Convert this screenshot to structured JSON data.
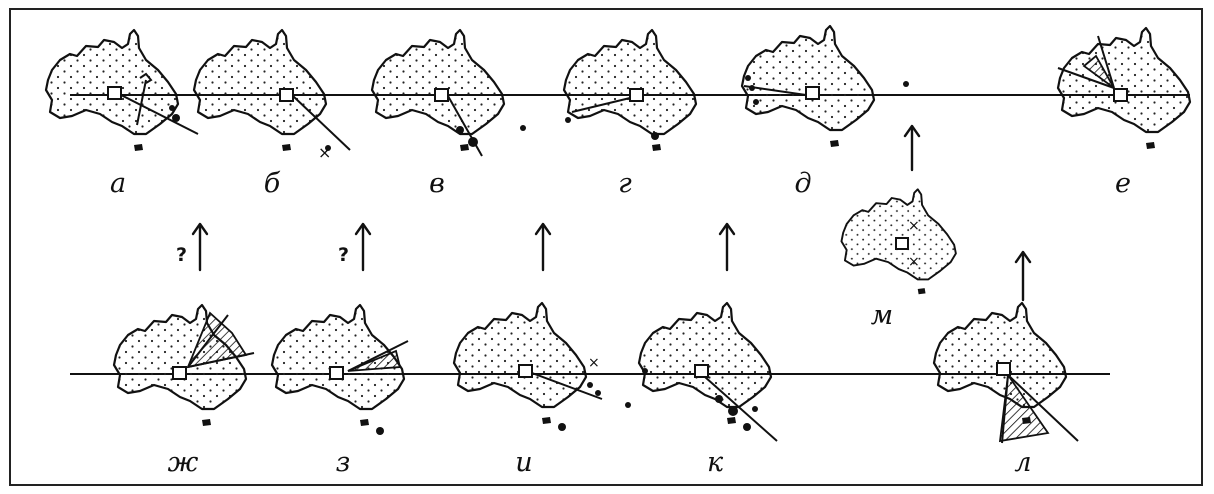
{
  "figure": {
    "panels": [
      {
        "id": "a",
        "label": "а"
      },
      {
        "id": "b",
        "label": "б"
      },
      {
        "id": "v",
        "label": "в"
      },
      {
        "id": "g",
        "label": "г"
      },
      {
        "id": "d",
        "label": "д"
      },
      {
        "id": "e",
        "label": "е"
      },
      {
        "id": "zh",
        "label": "ж"
      },
      {
        "id": "z",
        "label": "з"
      },
      {
        "id": "i",
        "label": "и"
      },
      {
        "id": "k",
        "label": "к"
      },
      {
        "id": "l",
        "label": "л"
      },
      {
        "id": "m",
        "label": "м"
      }
    ],
    "question_mark": "?",
    "colors": {
      "ink": "#111111",
      "frame": "#222222",
      "background": "#ffffff"
    }
  }
}
